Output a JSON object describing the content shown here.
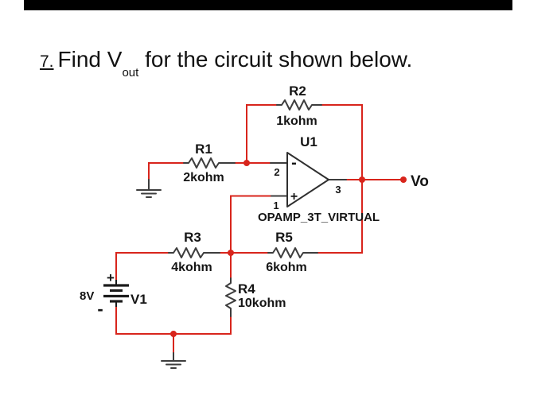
{
  "top_bar": {
    "color": "#000000"
  },
  "title": {
    "number": "7.",
    "before_sub": "Find V",
    "subscript": "out",
    "after_sub": " for the circuit shown below."
  },
  "colors": {
    "wire_red": "#d8251c",
    "component_gray": "#3d3d3d",
    "text_black": "#151515"
  },
  "circuit": {
    "resistors": {
      "R1": {
        "label": "R1",
        "value": "2kohm"
      },
      "R2": {
        "label": "R2",
        "value": "1kohm"
      },
      "R3": {
        "label": "R3",
        "value": "4kohm"
      },
      "R4": {
        "label": "R4",
        "value": "10kohm"
      },
      "R5": {
        "label": "R5",
        "value": "6kohm"
      }
    },
    "opamp": {
      "label": "U1",
      "model": "OPAMP_3T_VIRTUAL",
      "pins": {
        "inverting": "2",
        "noninverting": "1",
        "output": "3"
      },
      "signs": {
        "inverting": "-",
        "noninverting": "+"
      }
    },
    "source": {
      "label": "V1",
      "value": "8V",
      "signs": {
        "plus": "+",
        "minus": "-"
      }
    },
    "output": {
      "label": "Vo"
    }
  }
}
